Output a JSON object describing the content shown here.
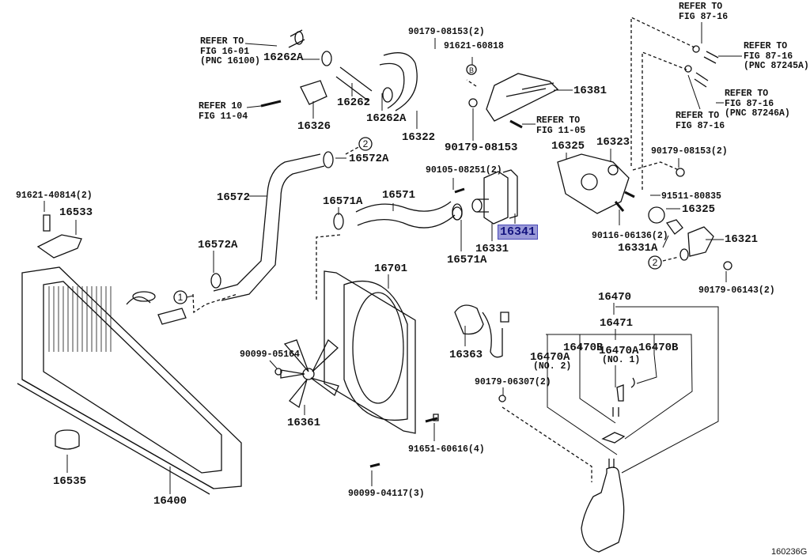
{
  "highlight_color": "#9a9ad8",
  "highlighted_part": "16341",
  "figure_code": "160236G",
  "callouts": [
    {
      "text": "16262A",
      "kind": "part"
    },
    {
      "text": "16262",
      "kind": "part"
    },
    {
      "text": "16262A",
      "kind": "part"
    },
    {
      "text": "16326",
      "kind": "part"
    },
    {
      "text": "90179-08153(2)",
      "kind": "part"
    },
    {
      "text": "91621-60818",
      "kind": "part"
    },
    {
      "text": "16381",
      "kind": "part"
    },
    {
      "text": "16322",
      "kind": "part"
    },
    {
      "text": "90179-08153",
      "kind": "part"
    },
    {
      "text": "16325",
      "kind": "part"
    },
    {
      "text": "16323",
      "kind": "part"
    },
    {
      "text": "90179-08153(2)",
      "kind": "part"
    },
    {
      "text": "90105-08251(2)",
      "kind": "part"
    },
    {
      "text": "16572A",
      "kind": "part"
    },
    {
      "text": "16572",
      "kind": "part"
    },
    {
      "text": "16571",
      "kind": "part"
    },
    {
      "text": "16571A",
      "kind": "part"
    },
    {
      "text": "91621-40814(2)",
      "kind": "part"
    },
    {
      "text": "16533",
      "kind": "part"
    },
    {
      "text": "16331",
      "kind": "part"
    },
    {
      "text": "16571A",
      "kind": "part"
    },
    {
      "text": "91511-80835",
      "kind": "part"
    },
    {
      "text": "16325",
      "kind": "part"
    },
    {
      "text": "90116-06136(2)",
      "kind": "part"
    },
    {
      "text": "16331A",
      "kind": "part"
    },
    {
      "text": "16321",
      "kind": "part"
    },
    {
      "text": "90179-06143(2)",
      "kind": "part"
    },
    {
      "text": "16572A",
      "kind": "part"
    },
    {
      "text": "16701",
      "kind": "part"
    },
    {
      "text": "16470",
      "kind": "part"
    },
    {
      "text": "16471",
      "kind": "part"
    },
    {
      "text": "16470B",
      "kind": "part"
    },
    {
      "text": "16470A",
      "kind": "part"
    },
    {
      "text": "(NO. 1)",
      "kind": "note"
    },
    {
      "text": "16470B",
      "kind": "part"
    },
    {
      "text": "16470A",
      "kind": "part"
    },
    {
      "text": "(NO. 2)",
      "kind": "note"
    },
    {
      "text": "16363",
      "kind": "part"
    },
    {
      "text": "90099-05164",
      "kind": "part"
    },
    {
      "text": "90179-06307(2)",
      "kind": "part"
    },
    {
      "text": "16361",
      "kind": "part"
    },
    {
      "text": "91651-60616(4)",
      "kind": "part"
    },
    {
      "text": "16535",
      "kind": "part"
    },
    {
      "text": "16400",
      "kind": "part"
    },
    {
      "text": "90099-04117(3)",
      "kind": "part"
    }
  ],
  "references": [
    {
      "lines": [
        "REFER TO",
        "FIG 16-01",
        "(PNC 16100)"
      ]
    },
    {
      "lines": [
        "REFER 10",
        "FIG 11-04"
      ]
    },
    {
      "lines": [
        "REFER TO",
        "FIG 11-05"
      ]
    },
    {
      "lines": [
        "REFER TO",
        "FIG 87-16"
      ]
    },
    {
      "lines": [
        "REFER TO",
        "FIG 87-16",
        "(PNC 87245A)"
      ]
    },
    {
      "lines": [
        "REFER TO",
        "FIG 87-16",
        "(PNC 87246A)"
      ]
    },
    {
      "lines": [
        "REFER TO",
        "FIG 87-16"
      ]
    }
  ],
  "circle_markers": [
    "1",
    "2",
    "2",
    "B"
  ]
}
